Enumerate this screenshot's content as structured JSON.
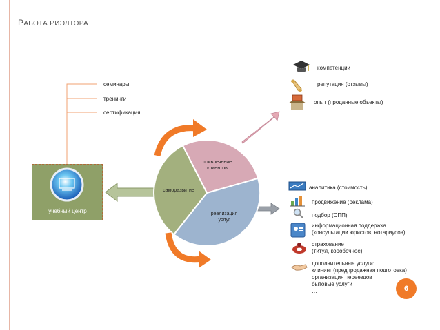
{
  "slide": {
    "title_cap": "Р",
    "title_rest": "АБОТА РИЭЛТОРА",
    "page_number": "6",
    "colors": {
      "accent": "#f07a28",
      "olive": "#8fa068",
      "pink": "#d7a9b5",
      "blue": "#9db4cf",
      "border": "#e7b6a6"
    }
  },
  "training": {
    "box_label": "учебный центр",
    "items": [
      "семинары",
      "тренинги",
      "сертификация"
    ]
  },
  "cycle": {
    "wedges": {
      "attract": "привлечение\nклиентов",
      "self": "саморазвитие",
      "sales": "реализация\nуслуг"
    }
  },
  "top_list": {
    "items": [
      {
        "icon": "graduation-cap-icon",
        "text": "компетенции"
      },
      {
        "icon": "scroll-icon",
        "text": "репутация (отзывы)"
      },
      {
        "icon": "house-sale-icon",
        "text": "опыт (проданные объекты)"
      }
    ]
  },
  "bottom_list": {
    "items": [
      {
        "icon": "chart-monitor-icon",
        "text": "аналитика (стоимость)"
      },
      {
        "icon": "bar-chart-icon",
        "text": "продвижение (реклама)"
      },
      {
        "icon": "magnifier-icon",
        "text": "подбор (СПП)"
      },
      {
        "icon": "id-card-icon",
        "text": "информационная поддержка\n(консультации юристов, нотариусов)"
      },
      {
        "icon": "life-buoy-icon",
        "text": "страхование\n(титул, коробочное)"
      },
      {
        "icon": "handshake-icon",
        "text": "дополнительные услуги:\nклининг (предпродажная подготовка)\nорганизация переездов\nбытовые услуги\n…"
      }
    ]
  }
}
